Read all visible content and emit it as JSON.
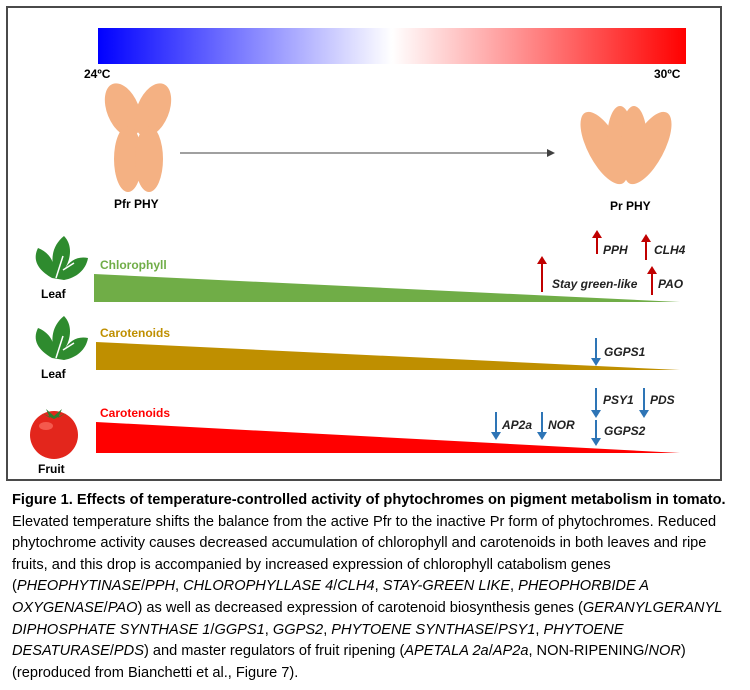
{
  "figure": {
    "temp_low": "24ºC",
    "temp_high": "30ºC",
    "pfr_label": "Pfr PHY",
    "pr_label": "Pr PHY",
    "rows": [
      {
        "organ": "Leaf",
        "pigment": "Chlorophyll",
        "color": "#70ad47"
      },
      {
        "organ": "Leaf",
        "pigment": "Carotenoids",
        "color": "#bf8f00"
      },
      {
        "organ": "Fruit",
        "pigment": "Carotenoids",
        "color": "#ff0000"
      }
    ],
    "genes_up": [
      "PPH",
      "CLH4",
      "Stay green-like",
      "PAO"
    ],
    "genes_down": [
      "GGPS1",
      "PSY1",
      "PDS",
      "AP2a",
      "NOR",
      "GGPS2"
    ],
    "colors": {
      "up_arrow": "#c00000",
      "down_arrow": "#2e75b6",
      "gradient_cold": "#0000ff",
      "gradient_hot": "#ff0000",
      "phytochrome": "#f4b183"
    }
  },
  "caption": {
    "title": "Figure 1. Effects of temperature-controlled activity of phytochromes on pigment metabolism in tomato.",
    "segments": [
      {
        "t": " Elevated temperature shifts the balance from the active Pfr to the inactive Pr form of phytochromes. Reduced phytochrome activity causes decreased accumulation of chlorophyll and carotenoids in both leaves and ripe fruits, and this drop is accompanied by increased expression of chlorophyll catabolism genes (",
        "i": false
      },
      {
        "t": "PHEOPHYTINASE",
        "i": true
      },
      {
        "t": "/",
        "i": false
      },
      {
        "t": "PPH",
        "i": true
      },
      {
        "t": ", ",
        "i": false
      },
      {
        "t": "CHLOROPHYLLASE 4",
        "i": true
      },
      {
        "t": "/",
        "i": false
      },
      {
        "t": "CLH4",
        "i": true
      },
      {
        "t": ", ",
        "i": false
      },
      {
        "t": "STAY-GREEN LIKE",
        "i": true
      },
      {
        "t": ", ",
        "i": false
      },
      {
        "t": "PHEOPHORBIDE A OXYGENASE",
        "i": true
      },
      {
        "t": "/",
        "i": false
      },
      {
        "t": "PAO",
        "i": true
      },
      {
        "t": ") as well as decreased expression of carotenoid biosynthesis genes (",
        "i": false
      },
      {
        "t": "GERANYLGERANYL DIPHOSPHATE SYNTHASE 1",
        "i": true
      },
      {
        "t": "/",
        "i": false
      },
      {
        "t": "GGPS1",
        "i": true
      },
      {
        "t": ", ",
        "i": false
      },
      {
        "t": "GGPS2",
        "i": true
      },
      {
        "t": ", ",
        "i": false
      },
      {
        "t": "PHYTOENE SYNTHASE",
        "i": true
      },
      {
        "t": "/",
        "i": false
      },
      {
        "t": "PSY1",
        "i": true
      },
      {
        "t": ", ",
        "i": false
      },
      {
        "t": "PHYTOENE DESATURASE",
        "i": true
      },
      {
        "t": "/",
        "i": false
      },
      {
        "t": "PDS",
        "i": true
      },
      {
        "t": ") and master regulators of fruit ripening (",
        "i": false
      },
      {
        "t": "APETALA 2a",
        "i": true
      },
      {
        "t": "/",
        "i": false
      },
      {
        "t": "AP2a",
        "i": true
      },
      {
        "t": ", NON-RIPENING/",
        "i": false
      },
      {
        "t": "NOR",
        "i": true
      },
      {
        "t": ") (reproduced from Bianchetti et al., Figure 7).",
        "i": false
      }
    ]
  }
}
